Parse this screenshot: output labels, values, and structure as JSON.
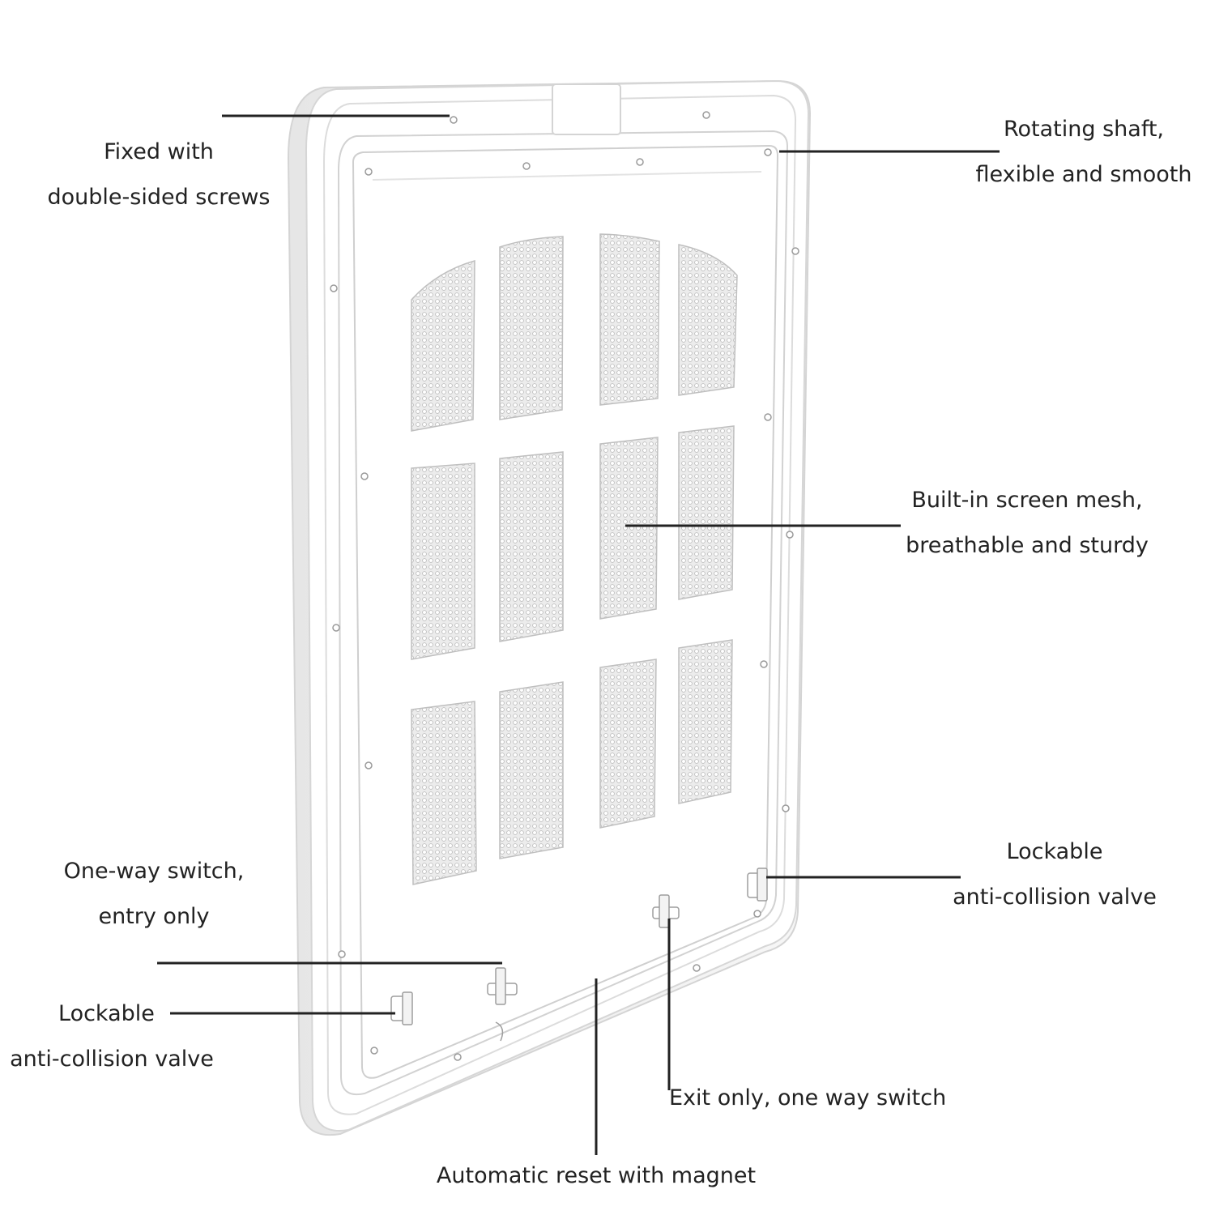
{
  "colors": {
    "background": "#ffffff",
    "panel": "#ffffff",
    "panel_shadow": "#d9d9d9",
    "panel_edge": "#c8c8c8",
    "mesh": "#bdbdbd",
    "leader_line": "#222222",
    "text": "#222222"
  },
  "callouts": {
    "screws": {
      "line1": "Fixed with",
      "line2": "double-sided screws"
    },
    "shaft": {
      "line1": "Rotating shaft,",
      "line2": "flexible and smooth"
    },
    "mesh": {
      "line1": "Built-in screen mesh,",
      "line2": "breathable and sturdy"
    },
    "entry_switch": {
      "line1": "One-way switch,",
      "line2": "entry only"
    },
    "valve_left": {
      "line1": "Lockable",
      "line2": "anti-collision valve"
    },
    "valve_right": {
      "line1": "Lockable",
      "line2": "anti-collision valve"
    },
    "exit_switch": {
      "line1": "Exit only, one way switch"
    },
    "magnet": {
      "line1": "Automatic reset with magnet"
    }
  },
  "icons": {
    "door": "pet-screen-door-illustration"
  }
}
